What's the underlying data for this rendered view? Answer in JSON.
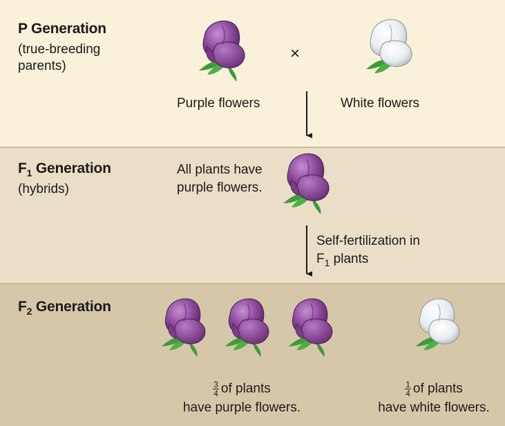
{
  "p_generation": {
    "title": "P Generation",
    "subtitle_line1": "(true-breeding",
    "subtitle_line2": "parents)",
    "cross_symbol": "×",
    "purple_label": "Purple flowers",
    "white_label": "White flowers"
  },
  "f1_generation": {
    "title_letter": "F",
    "title_sub": "1",
    "title_rest": " Generation",
    "subtitle": "(hybrids)",
    "description_line1": "All plants have",
    "description_line2": "purple flowers.",
    "arrow_label_line1": "Self-fertilization in",
    "arrow_label_letter": "F",
    "arrow_label_sub": "1",
    "arrow_label_rest": " plants"
  },
  "f2_generation": {
    "title_letter": "F",
    "title_sub": "2",
    "title_rest": " Generation",
    "purple_fraction_num": "3",
    "purple_fraction_den": "4",
    "purple_text_line1": "of plants",
    "purple_text_line2": "have purple flowers.",
    "white_fraction_num": "1",
    "white_fraction_den": "4",
    "white_text_line1": "of plants",
    "white_text_line2": "have white flowers."
  },
  "colors": {
    "purple_flower": "#8e4a9e",
    "white_flower": "#e8ecef",
    "stem_green": "#3f9a3a",
    "p_band": "#f9f1d9",
    "f1_band": "#eadfc6",
    "f2_band": "#d7c7a9"
  }
}
